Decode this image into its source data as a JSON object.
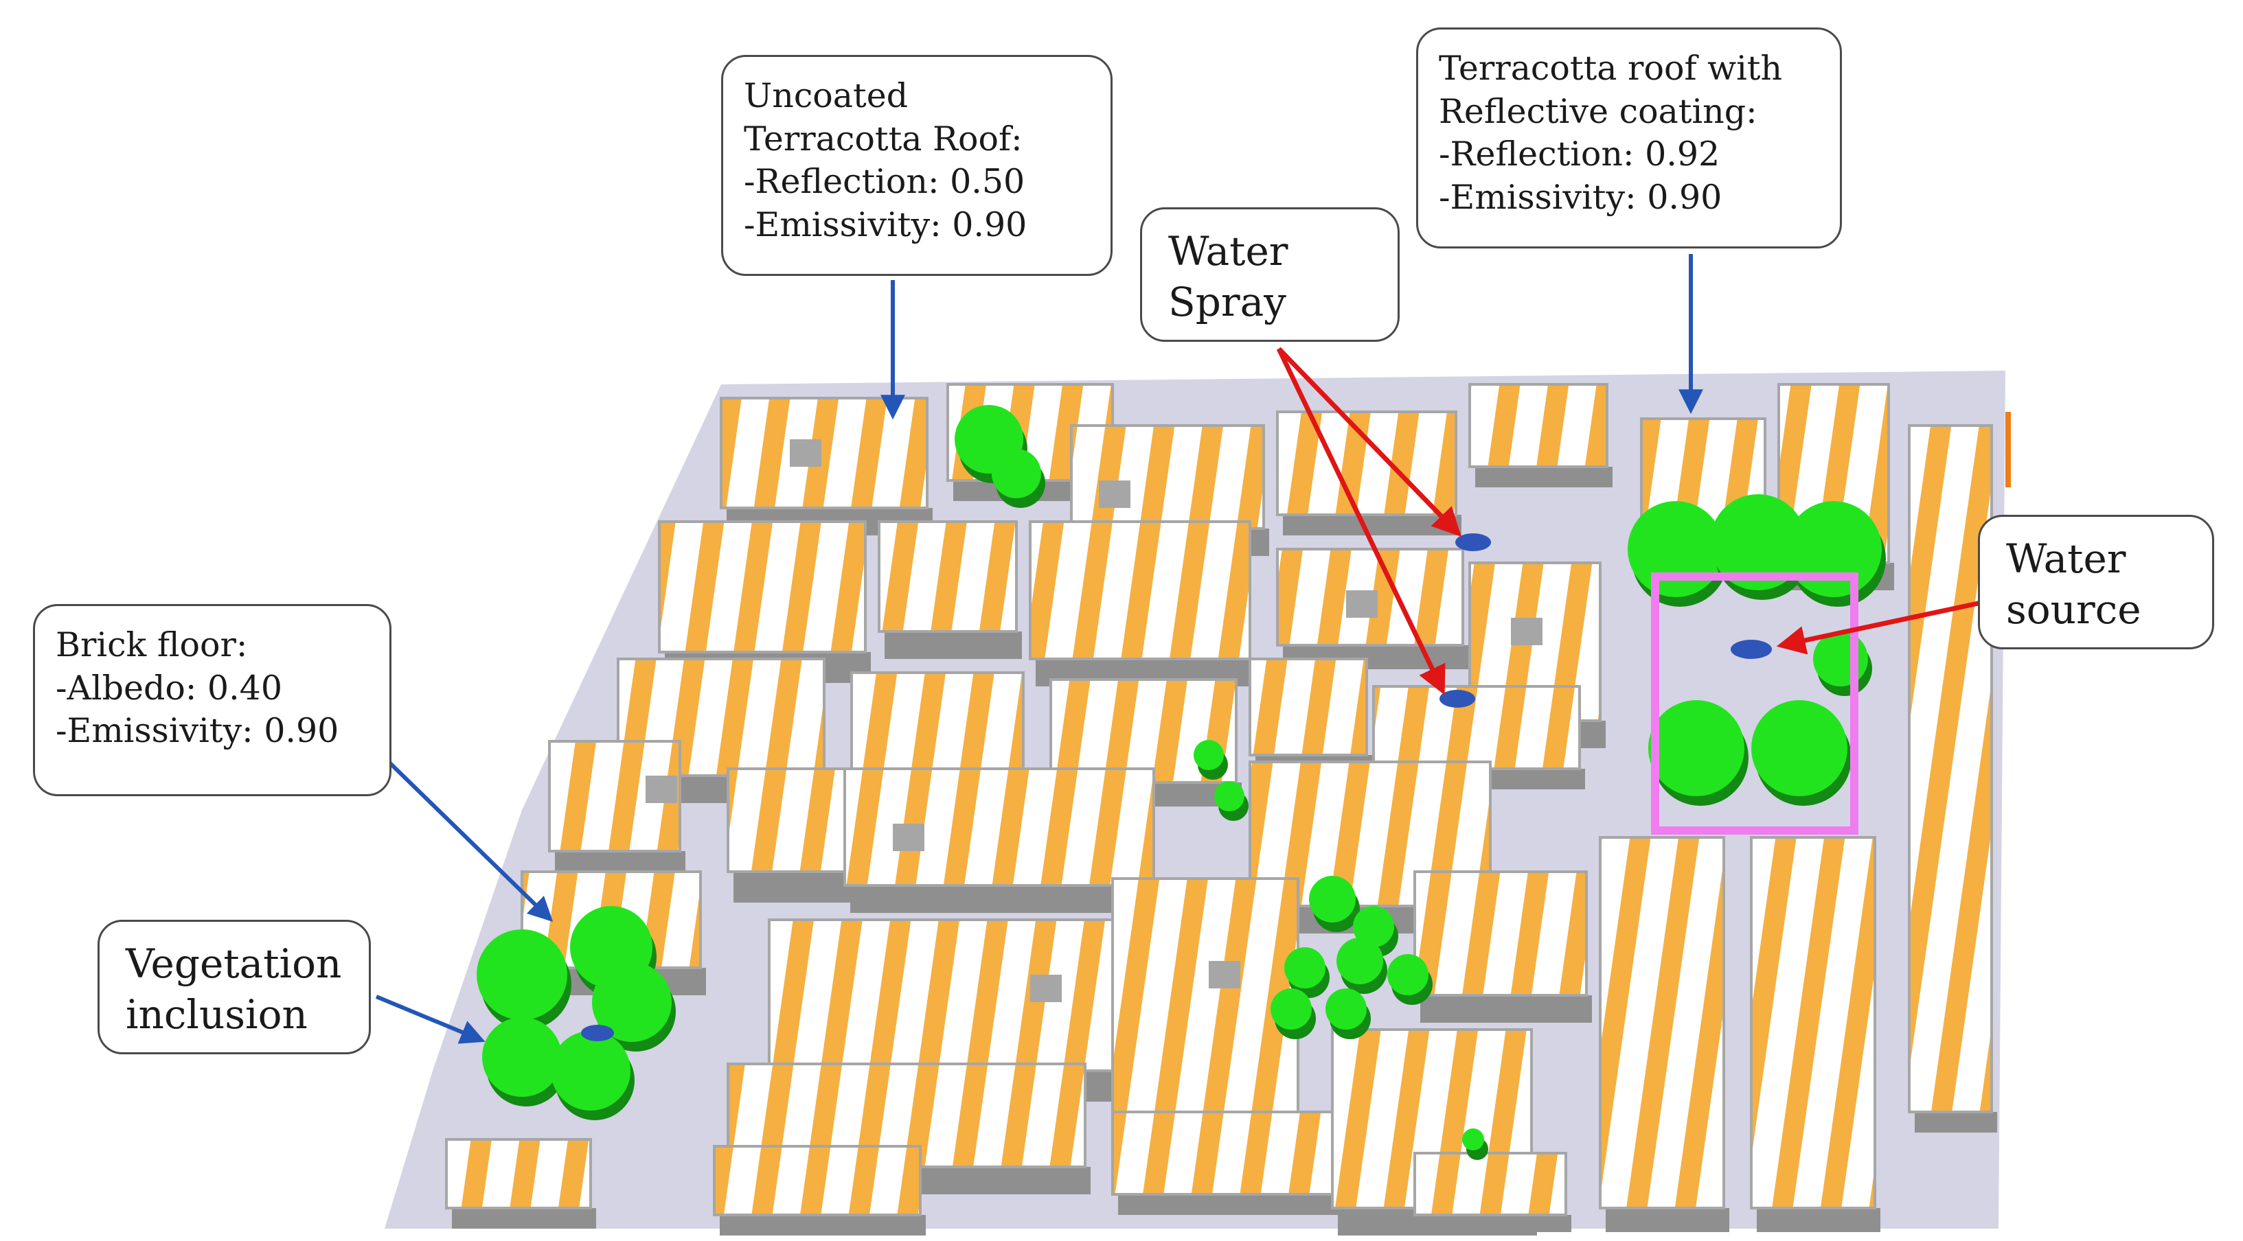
{
  "colors": {
    "ground": "#d4d4e4",
    "roof_white": "#ffffff",
    "roof_stripe": "#f5b041",
    "wall": "#a6a6a6",
    "wall_dark": "#8f8f8f",
    "vegetation": "#22e41e",
    "vegetation_dark": "#138a13",
    "water": "#2f55b8",
    "pink_border": "#f07cf0",
    "blue_arrow": "#2456b8",
    "red_arrow": "#e01515"
  },
  "labels": {
    "uncoated_roof": [
      "Uncoated",
      "Terracotta Roof:",
      "-Reflection: 0.50",
      "-Emissivity: 0.90"
    ],
    "coated_roof": [
      "Terracotta roof with",
      "Reflective coating:",
      "-Reflection: 0.92",
      "-Emissivity: 0.90"
    ],
    "water_spray": [
      "Water",
      "Spray"
    ],
    "water_source": [
      "Water",
      "source"
    ],
    "brick_floor": [
      "Brick floor:",
      "-Albedo: 0.40",
      "-Emissivity: 0.90"
    ],
    "vegetation": [
      "Vegetation",
      "inclusion"
    ]
  },
  "icons": {
    "tree": "vegetation-tree-icon",
    "water": "water-ellipse-icon"
  }
}
